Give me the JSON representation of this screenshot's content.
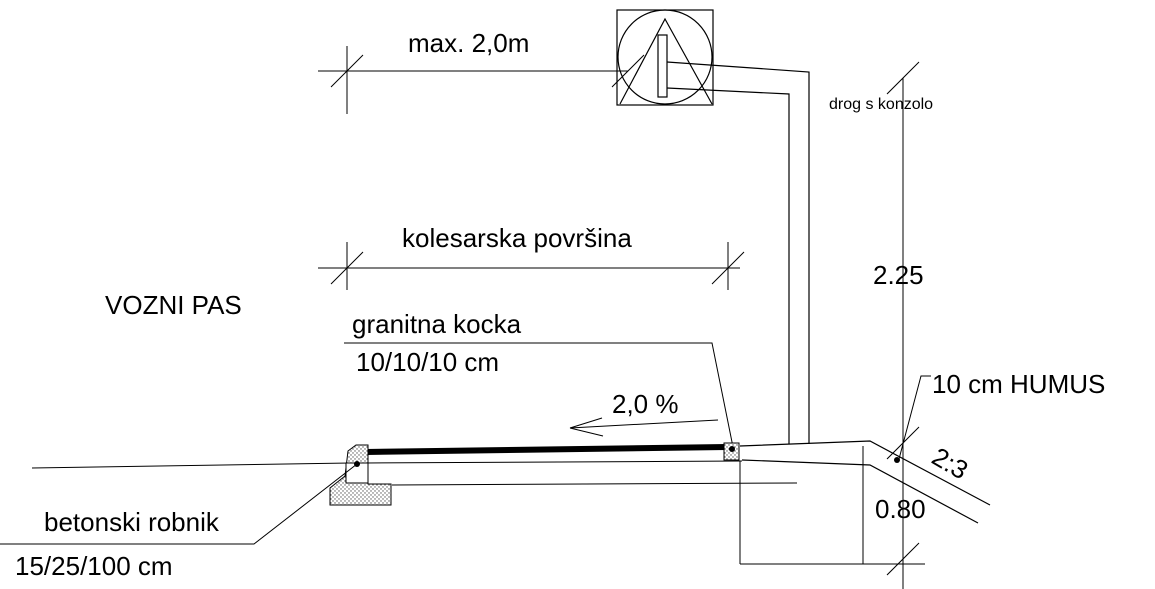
{
  "labels": {
    "max_width": "max. 2,0m",
    "pole": "drog s konzolo",
    "cycle_surface": "kolesarska površina",
    "carriageway": "VOZNI PAS",
    "granite_title": "granitna kocka",
    "granite_size": "10/10/10 cm",
    "slope": "2,0 %",
    "humus": "10 cm HUMUS",
    "embankment": "2:3",
    "height": "2.25",
    "depth": "0.80",
    "curb_title": "betonski robnik",
    "curb_size": "15/25/100 cm"
  }
}
